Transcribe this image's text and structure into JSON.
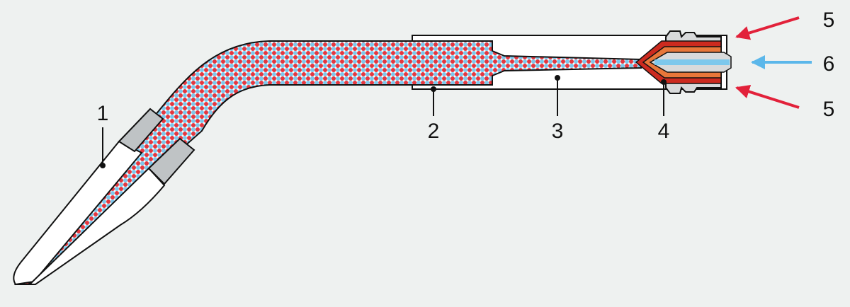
{
  "labels": {
    "l1": "1",
    "l2": "2",
    "l3": "3",
    "l4": "4",
    "l5a": "5",
    "l5b": "5",
    "l6": "6"
  },
  "colors": {
    "background": "#eef1f0",
    "outline": "#111111",
    "fill_red": "#e4373f",
    "fill_blue": "#7dc8ec",
    "nozzle_red": "#cc2a1f",
    "nozzle_orange": "#e8773a",
    "fitting_gray": "#d8dadb",
    "inlet_gray": "#bfc3c5",
    "arrow_red": "#e2213a",
    "arrow_blue": "#5bb7ea",
    "body_white": "#ffffff"
  },
  "arrows": [
    {
      "name": "arrow-5-top",
      "color": "arrow_red"
    },
    {
      "name": "arrow-6",
      "color": "arrow_blue"
    },
    {
      "name": "arrow-5-bottom",
      "color": "arrow_red"
    }
  ]
}
